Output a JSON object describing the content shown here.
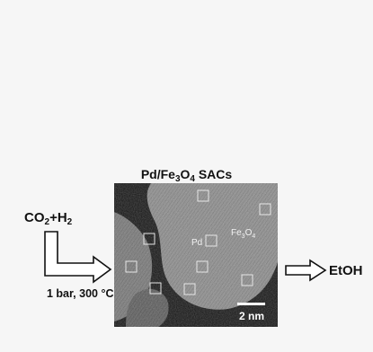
{
  "figure": {
    "title": {
      "pre": "Pd/Fe",
      "sub1": "3",
      "mid": "O",
      "sub2": "4",
      "post": " SACs"
    },
    "reactants": {
      "a": "CO",
      "sub_a": "2",
      "plus": "+H",
      "sub_b": "2"
    },
    "conditions": "1 bar, 300 °C",
    "product": "EtOH",
    "image_labels": {
      "pd": "Pd",
      "support": {
        "pre": "Fe",
        "sub1": "3",
        "mid": "O",
        "sub2": "4"
      }
    },
    "scale_bar": "2 nm",
    "single_atom_marker_count": 10
  }
}
